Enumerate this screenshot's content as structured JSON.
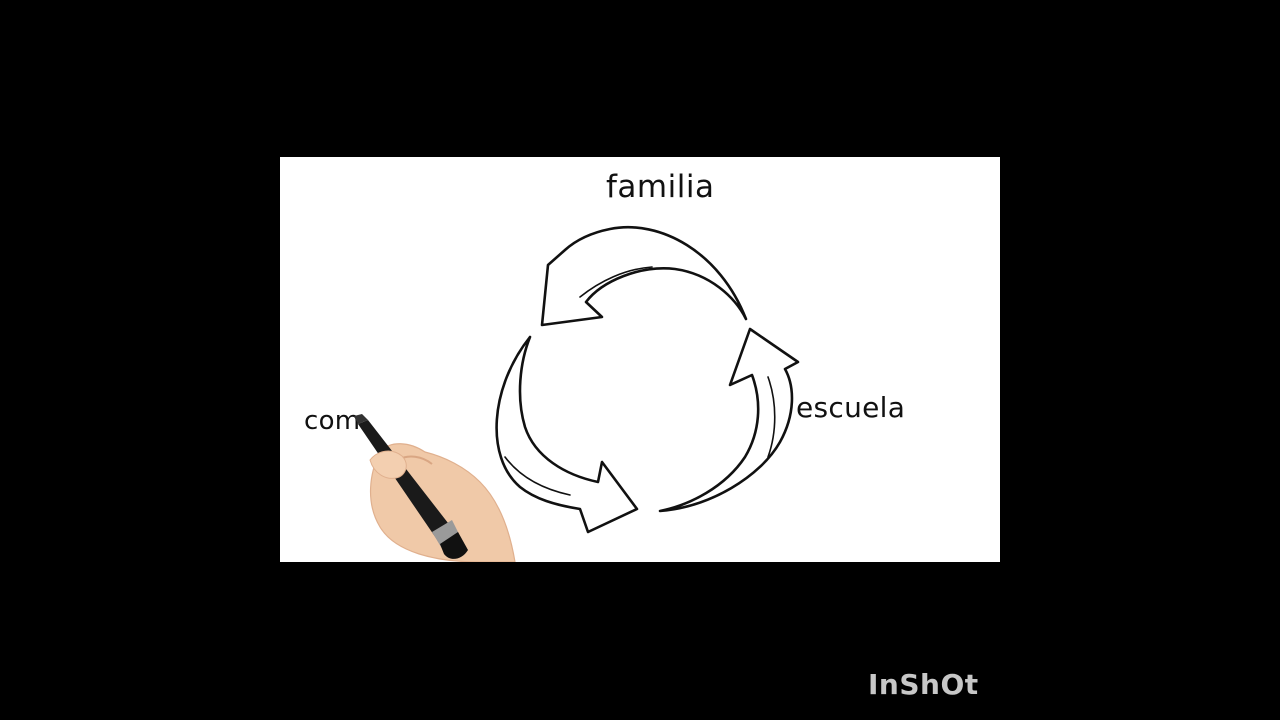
{
  "diagram": {
    "labels": {
      "top": "familia",
      "right": "escuela",
      "left_partial": "com"
    },
    "colors": {
      "background": "#000000",
      "board": "#ffffff",
      "ink": "#111111",
      "marker": "#1a1a1a",
      "skin": "#f0c9a8"
    }
  },
  "watermark": {
    "text": "InShOt"
  }
}
